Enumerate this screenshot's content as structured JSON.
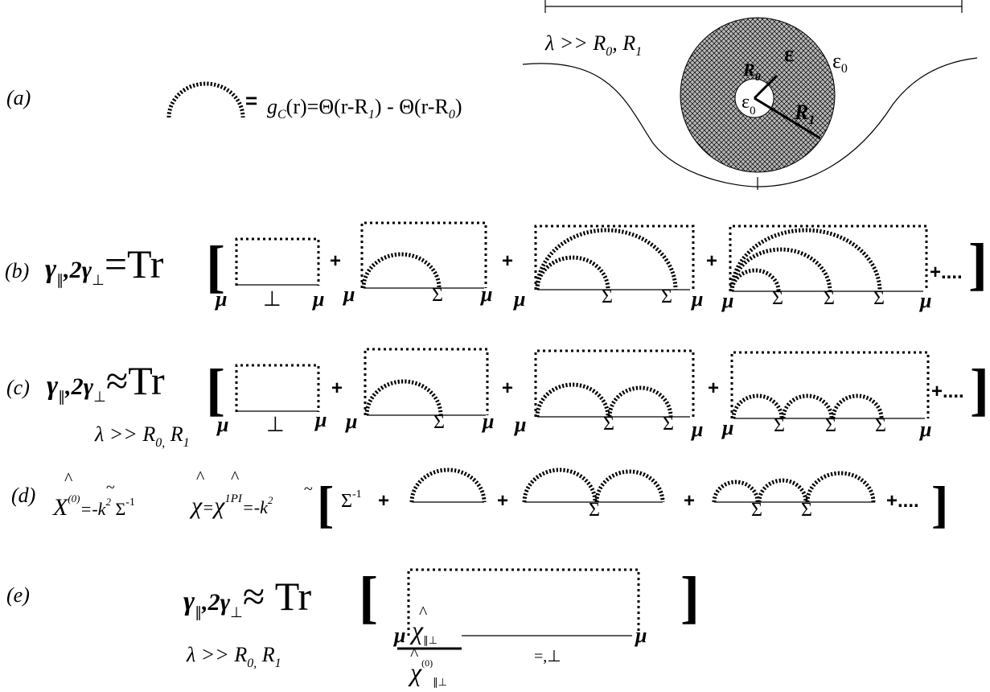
{
  "colors": {
    "ink": "#000000",
    "background": "#ffffff",
    "ring_fill": "#b8b8b8"
  },
  "panel_a": {
    "label": "(a)",
    "eq": "=",
    "definition": {
      "g": "g",
      "g_sub": "C",
      "arg": "(r)",
      "eq": "=",
      "theta1": "Θ(r-R",
      "theta1_sub": "1",
      "close1": ")",
      "minus": " - ",
      "theta2": "Θ(r-R",
      "theta2_sub": "0",
      "close2": ")"
    },
    "condition": {
      "lhs": "λ >> R",
      "sub0": "0",
      "comma": ", R",
      "sub1": "1"
    },
    "eps_outer": "ε",
    "eps_outer_sub": "0",
    "eps_ring": "ε",
    "eps_inner": "ε",
    "eps_inner_sub": "0",
    "r0": "R",
    "r0_sub": "0",
    "r1": "R",
    "r1_sub": "1"
  },
  "panel_b": {
    "label": "(b)",
    "lhs": {
      "g1": "γ",
      "s1": "∥",
      "mid": ",2γ",
      "s2": "⊥",
      "op": "=Tr"
    },
    "bracket_open": "[",
    "bracket_close": "]",
    "plus": "+",
    "tail": "+....",
    "mu": "μ",
    "perp": "⊥",
    "sigma": "Σ"
  },
  "panel_c": {
    "label": "(c)",
    "lhs": {
      "g1": "γ",
      "s1": "∥",
      "mid": ",2γ",
      "s2": "⊥",
      "op": "≈Tr"
    },
    "condition": {
      "lhs": "λ >> R",
      "sub0": "0,",
      "comma": " R",
      "sub1": "1"
    },
    "bracket_open": "[",
    "bracket_close": "]",
    "plus": "+",
    "tail": "+....",
    "mu": "μ",
    "perp": "⊥",
    "sigma": "Σ"
  },
  "panel_d": {
    "label": "(d)",
    "chi0": "X",
    "chi0_sup": "(0)",
    "chi0_eq": "=-k",
    "chi0_eq_sup": "2",
    "sigma_inv": " Σ",
    "sigma_inv_sup": "-1",
    "chi": "χ",
    "chi_eq": "=",
    "chi1pi": "χ",
    "chi1pi_sup": "1PI",
    "chi_eq2": "=-k",
    "chi_eq2_sup": "2",
    "hat": "^",
    "tilde": "~",
    "bracket_open": "[",
    "bracket_close": "]",
    "first": "Σ",
    "first_sup": "-1",
    "plus": "+",
    "tail": "+....",
    "sigma": "Σ"
  },
  "panel_e": {
    "label": "(e)",
    "lhs": {
      "g1": "γ",
      "s1": "∥",
      "mid": ",2γ",
      "s2": "⊥",
      "op": "≈ Tr"
    },
    "condition": {
      "lhs": "λ >> R",
      "sub0": "0,",
      "comma": " R",
      "sub1": "1"
    },
    "bracket_open": "[",
    "bracket_close": "]",
    "mu": "μ",
    "num": "χ",
    "num_sub": "∥⊥",
    "den": "χ",
    "den_sup": "(0)",
    "den_sub": "∥⊥",
    "hat": "^",
    "prop_label": "=,⊥"
  }
}
